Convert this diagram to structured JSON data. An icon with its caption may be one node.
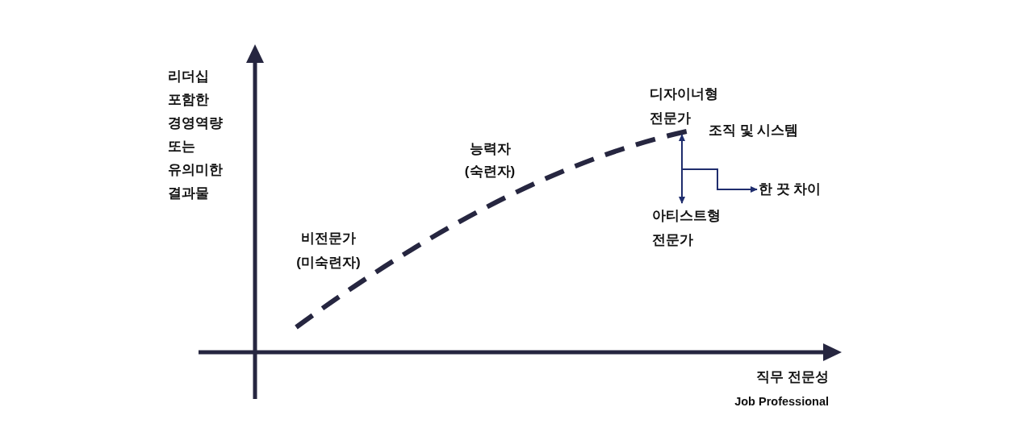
{
  "diagram": {
    "nodes": [
      {
        "text": [
          "디자이너형 전문가"
        ]
      },
      {
        "text": [
          "아티스트형 전문가"
        ]
      },
      {
        "text": [
          "한 끗 차이"
        ]
      }
    ],
    "edges": [
      {
        "from": 0,
        "to": 1,
        "arrow": "both"
      },
      {
        "from": null,
        "to": 2,
        "arrow": "to"
      }
    ],
    "labels": [
      "리더십 포함한 경영역량 또는 유의미한 결과물",
      "조직 및 시스템",
      "능력자 (숙련자)",
      "비전문가 (미숙련자)",
      "직무 전문성",
      "Job Professional"
    ]
  }
}
